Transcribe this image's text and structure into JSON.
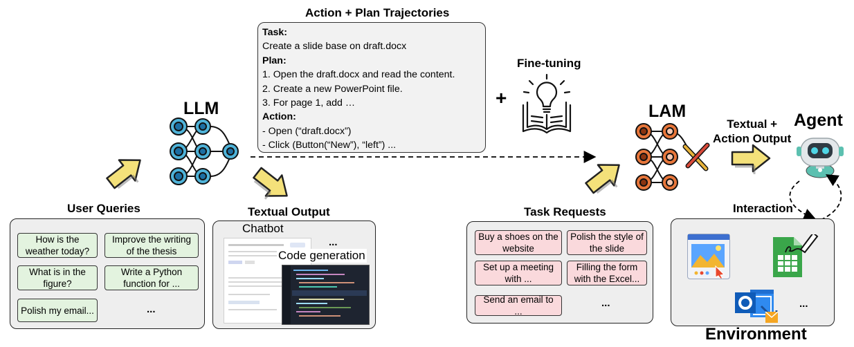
{
  "labels": {
    "plan_title": "Action + Plan Trajectories",
    "llm": "LLM",
    "lam": "LAM",
    "agent": "Agent",
    "fine_tuning": "Fine-tuning",
    "plus": "+",
    "textual_action_output": "Textual +\nAction Output",
    "user_queries": "User Queries",
    "textual_output": "Textual Output",
    "task_requests": "Task Requests",
    "interaction": "Interaction",
    "environment": "Environment"
  },
  "plan_box": [
    {
      "text": "Task:",
      "bold": true
    },
    {
      "text": "Create a slide base on draft.docx",
      "bold": false
    },
    {
      "text": "Plan:",
      "bold": true
    },
    {
      "text": "1. Open the draft.docx and read the content.",
      "bold": false
    },
    {
      "text": "2. Create a new PowerPoint file.",
      "bold": false
    },
    {
      "text": "3. For page 1, add …",
      "bold": false
    },
    {
      "text": "Action:",
      "bold": true
    },
    {
      "text": "- Open (“draft.docx”)",
      "bold": false
    },
    {
      "text": "- Click (Button(“New”), “left”) ...",
      "bold": false
    }
  ],
  "user_queries": [
    "How is the\nweather today?",
    "Improve the writing\nof the thesis",
    "What is in the\nfigure?",
    "Write a Python\nfunction for ...",
    "Polish my email...",
    "..."
  ],
  "textual_output": {
    "chatbot": "Chatbot",
    "code_generation": "Code generation",
    "ellipsis": "..."
  },
  "task_requests": [
    "Buy a shoes on the\nwebsite",
    "Polish the style of\nthe slide",
    "Set up a meeting\nwith ...",
    "Filling the form\nwith the Excel...",
    "Send an email to ...",
    "..."
  ],
  "environment_more": "...",
  "colors": {
    "llm_node": "#4fb3d9",
    "llm_node_dark": "#1d6fa3",
    "lam_node": "#e8763a",
    "lam_node_dark": "#8a3410",
    "arrow_fill": "#f4e17a",
    "green_card": "#e3f3df",
    "pink_card": "#fad9dc",
    "panel_bg": "#eeeeee"
  }
}
